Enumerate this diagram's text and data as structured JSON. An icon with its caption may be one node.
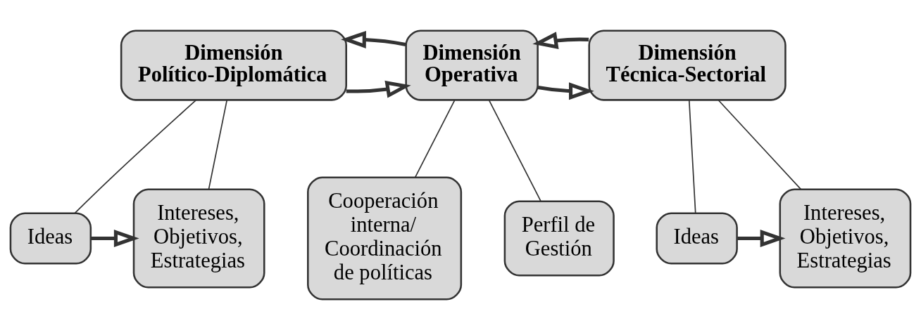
{
  "diagram": {
    "nodes": [
      {
        "text": [
          "Dimensión Político-Diplomática"
        ]
      },
      {
        "text": [
          "Dimensión Operativa"
        ]
      },
      {
        "text": [
          "Dimensión Técnica-Sectorial"
        ]
      },
      {
        "text": [
          "Intereses, Objetivos, Estrategias"
        ]
      },
      {
        "text": [
          "Ideas"
        ]
      },
      {
        "text": [
          "Cooperación interna/ Coordinación de políticas"
        ]
      },
      {
        "text": [
          "Perfil de Gestión"
        ]
      },
      {
        "text": [
          "Intereses, Objetivos, Estrategias"
        ]
      },
      {
        "text": [
          "Ideas"
        ]
      }
    ],
    "edges": [
      {
        "from": 0,
        "to": 1,
        "arrow": "to",
        "style": "thick"
      },
      {
        "from": 1,
        "to": 0,
        "arrow": "to",
        "style": "thick"
      },
      {
        "from": 1,
        "to": 2,
        "arrow": "to",
        "style": "thick"
      },
      {
        "from": 2,
        "to": 1,
        "arrow": "to",
        "style": "thick"
      },
      {
        "from": 0,
        "to": 3,
        "arrow": "none"
      },
      {
        "from": 0,
        "to": 4,
        "arrow": "none"
      },
      {
        "from": 1,
        "to": 5,
        "arrow": "none"
      },
      {
        "from": 1,
        "to": 6,
        "arrow": "none"
      },
      {
        "from": 2,
        "to": 7,
        "arrow": "none"
      },
      {
        "from": 2,
        "to": 8,
        "arrow": "none"
      },
      {
        "from": 4,
        "to": 3,
        "arrow": "to",
        "style": "thick"
      },
      {
        "from": 8,
        "to": 7,
        "arrow": "to",
        "style": "thick"
      }
    ]
  }
}
